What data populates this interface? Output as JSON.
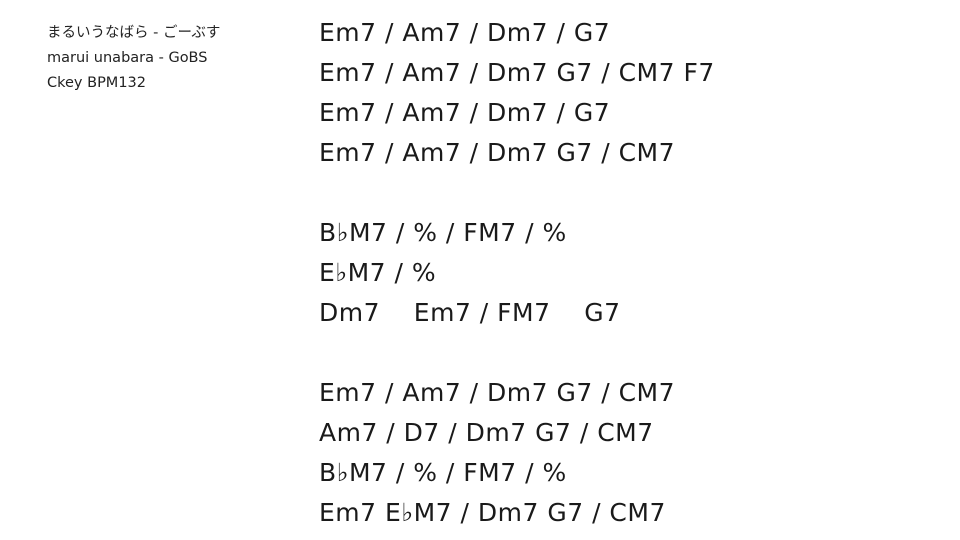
{
  "info": {
    "title_jp": "まるいうなばら - ごーぶす",
    "title_en": "marui unabara - GoBS",
    "key_bpm": "Ckey BPM132"
  },
  "chords": [
    "Em7 / Am7 / Dm7 / G7",
    "Em7 / Am7 / Dm7 G7 / CM7 F7",
    "Em7 / Am7 / Dm7 / G7",
    "Em7 / Am7 / Dm7 G7 / CM7",
    "",
    "B♭M7 / % / FM7 / %",
    "E♭M7 / %",
    "Dm7    Em7 / FM7    G7",
    "",
    "Em7 / Am7 / Dm7 G7 / CM7",
    "Am7 / D7 / Dm7 G7 / CM7",
    "B♭M7 / % / FM7 / %",
    "Em7 E♭M7 / Dm7 G7 / CM7"
  ]
}
